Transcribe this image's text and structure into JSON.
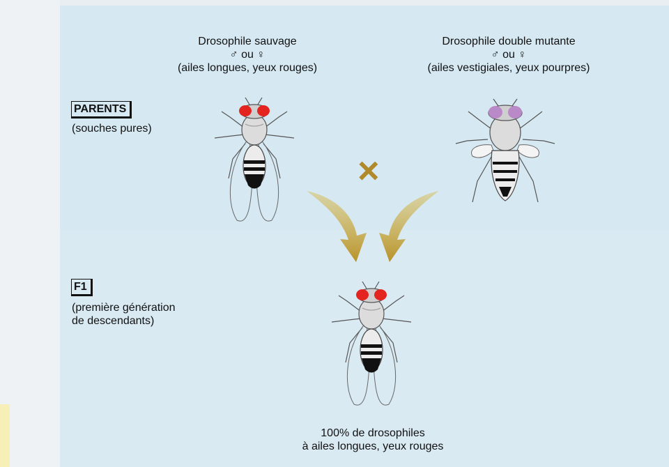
{
  "parents": {
    "label": "PARENTS",
    "sub": "(souches pures)",
    "wild": {
      "title": "Drosophile sauvage",
      "sex": "♂ ou ♀",
      "traits": "(ailes longues, yeux rouges)"
    },
    "mutant": {
      "title": "Drosophile double mutante",
      "sex": "♂ ou ♀",
      "traits": "(ailes vestigiales, yeux pourpres)"
    }
  },
  "cross_symbol": "×",
  "f1": {
    "label": "F1",
    "sub_line1": "(première génération",
    "sub_line2": "de descendants)",
    "result_line1": "100% de drosophiles",
    "result_line2": "à ailes longues, yeux rouges"
  },
  "colors": {
    "red_eye": "#e3241f",
    "purple_eye": "#b98ac7",
    "arrow": "#c9a63a",
    "cross": "#b0892a"
  }
}
